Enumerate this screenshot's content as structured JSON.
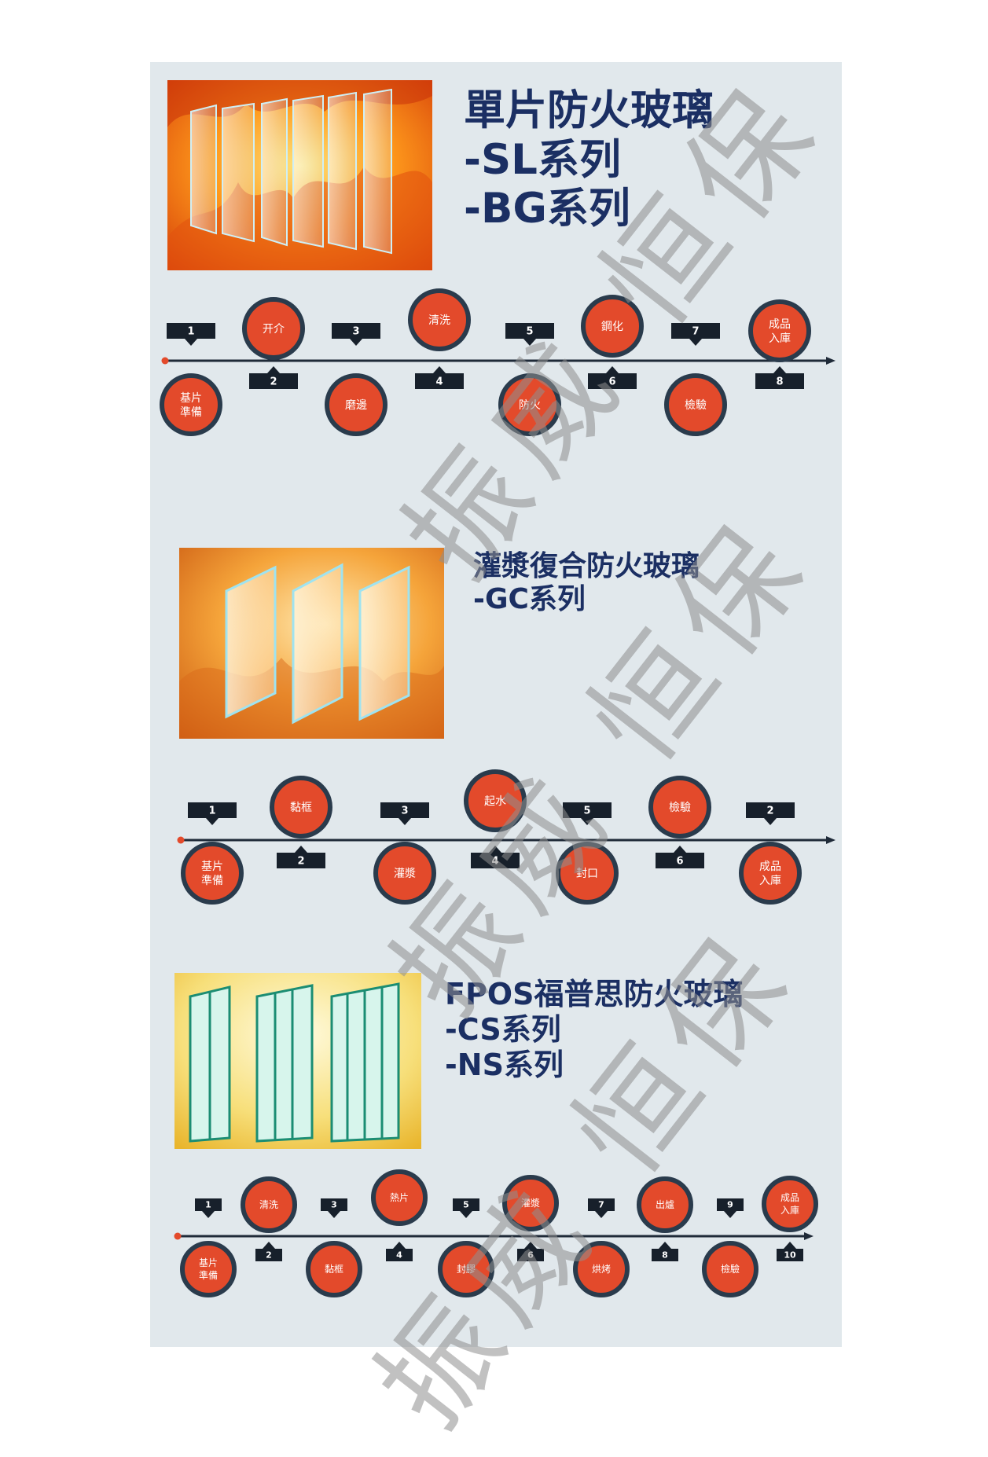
{
  "sections": [
    {
      "title_lines": [
        "單片防火玻璃",
        "-SL系列",
        "-BG系列"
      ],
      "image": "glass-panes-in-flames",
      "steps": [
        {
          "number": "1",
          "label": "基片\n準備"
        },
        {
          "number": "2",
          "label": "开介"
        },
        {
          "number": "3",
          "label": "磨邊"
        },
        {
          "number": "4",
          "label": "清洗"
        },
        {
          "number": "5",
          "label": "防火"
        },
        {
          "number": "6",
          "label": "鋼化"
        },
        {
          "number": "7",
          "label": "檢驗"
        },
        {
          "number": "8",
          "label": "成品\n入庫"
        }
      ]
    },
    {
      "title_lines": [
        "灌漿復合防火玻璃",
        "-GC系列"
      ],
      "image": "three-glass-panels-in-fire",
      "steps": [
        {
          "number": "1",
          "label": "基片\n準備"
        },
        {
          "number": "2",
          "label": "黏框"
        },
        {
          "number": "3",
          "label": "灌漿"
        },
        {
          "number": "4",
          "label": "起水"
        },
        {
          "number": "5",
          "label": "封口"
        },
        {
          "number": "6",
          "label": "檢驗"
        },
        {
          "number": "2",
          "label": "成品\n入庫"
        }
      ]
    },
    {
      "title_lines": [
        "FPOS福普思防火玻璃",
        "-CS系列",
        "-NS系列"
      ],
      "image": "laminated-glass-edges-on-yellow",
      "steps": [
        {
          "number": "1",
          "label": "基片\n準備"
        },
        {
          "number": "2",
          "label": "清洗"
        },
        {
          "number": "3",
          "label": "黏框"
        },
        {
          "number": "4",
          "label": "熱片"
        },
        {
          "number": "5",
          "label": "封膠"
        },
        {
          "number": "6",
          "label": "灌漿"
        },
        {
          "number": "7",
          "label": "烘烤"
        },
        {
          "number": "8",
          "label": "出爐"
        },
        {
          "number": "9",
          "label": "檢驗"
        },
        {
          "number": "10",
          "label": "成品\n入庫"
        }
      ]
    }
  ],
  "watermark": "振威 恒保",
  "colors": {
    "panel": "#e1e8ec",
    "circle": "#e34a2b",
    "ring": "#2a3b4c",
    "tag": "#17202b",
    "title": "#1b2f63"
  }
}
